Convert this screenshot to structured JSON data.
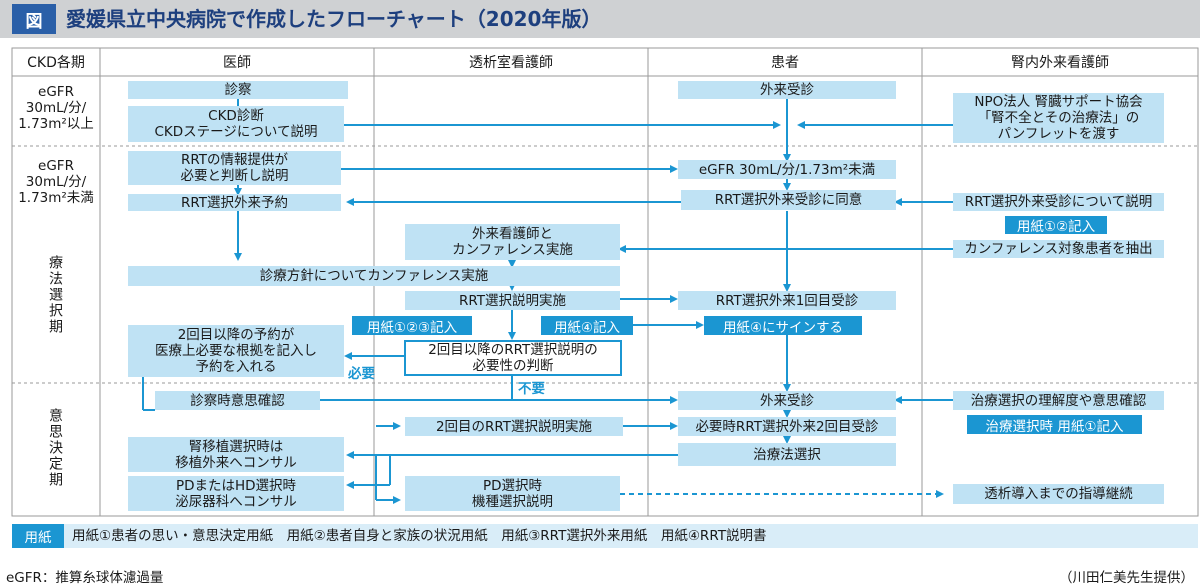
{
  "title": {
    "tag": "図",
    "text": "愛媛県立中央病院で作成したフローチャート（2020年版）"
  },
  "columns": [
    "CKD各期",
    "医師",
    "透析室看護師",
    "患者",
    "腎内外来看護師"
  ],
  "phases": {
    "p1": [
      "eGFR",
      "30mL/分/",
      "1.73m²以上"
    ],
    "p2": [
      "eGFR",
      "30mL/分/",
      "1.73m²未満"
    ],
    "p2_name": "療法選択期",
    "p3_name": "意思決定期"
  },
  "boxes": {
    "shinsatsu": "診察",
    "ckd_shindan": [
      "CKD診断",
      "CKDステージについて説明"
    ],
    "gairai_jushin": "外来受診",
    "npo": [
      "NPO法人 腎臓サポート協会",
      "「腎不全とその治療法」の",
      "パンフレットを渡す"
    ],
    "rrt_info": [
      "RRTの情報提供が",
      "必要と判断し説明"
    ],
    "egfr_less": "eGFR 30mL/分/1.73m²未満",
    "rrt_yoyaku": "RRT選択外来予約",
    "rrt_doui": "RRT選択外来受診に同意",
    "rrt_gairai_setsumei": "RRT選択外来受診について説明",
    "gairai_kangoshi": [
      "外来看護師と",
      "カンファレンス実施"
    ],
    "conf_chushutsu": "カンファレンス対象患者を抽出",
    "shinryo_conf": "診療方針についてカンファレンス実施",
    "rrt_setsumei": "RRT選択説明実施",
    "rrt_1kaime": "RRT選択外来1回目受診",
    "yoyaku2": [
      "2回目以降の予約が",
      "医療上必要な根拠を記入し",
      "予約を入れる"
    ],
    "hitsuyosei": [
      "2回目以降のRRT選択説明の",
      "必要性の判断"
    ],
    "ishi_kakunin": "診察時意思確認",
    "gairai_jushin2": "外来受診",
    "rikaido": "治療選択の理解度や意思確認",
    "setsumei2": "2回目のRRT選択説明実施",
    "jushin2": "必要時RRT選択外来2回目受診",
    "ishoku": [
      "腎移植選択時は",
      "移植外来へコンサル"
    ],
    "chiryoho": "治療法選択",
    "pd_hd": [
      "PDまたはHD選択時",
      "泌尿器科へコンサル"
    ],
    "pd_sentaku": [
      "PD選択時",
      "機種選択説明"
    ],
    "toseki_keizoku": "透析導入までの指導継続"
  },
  "tags": {
    "form12": "用紙①②記入",
    "form123": "用紙①②③記入",
    "form4": "用紙④記入",
    "form4_sign": "用紙④にサインする",
    "form1_choice": "治療選択時 用紙①記入"
  },
  "labels": {
    "needed": "必要",
    "not_needed": "不要"
  },
  "legend": {
    "tag": "用紙",
    "text": "用紙①患者の思い・意思決定用紙　用紙②患者自身と家族の状況用紙　用紙③RRT選択外来用紙　用紙④RRT説明書"
  },
  "footnote": "eGFR：推算糸球体濾過量",
  "credit": "（川田仁美先生提供）",
  "colors": {
    "accent": "#1b96d2",
    "box_fill": "#bfe2f4",
    "title_blue": "#1d3f7e"
  }
}
